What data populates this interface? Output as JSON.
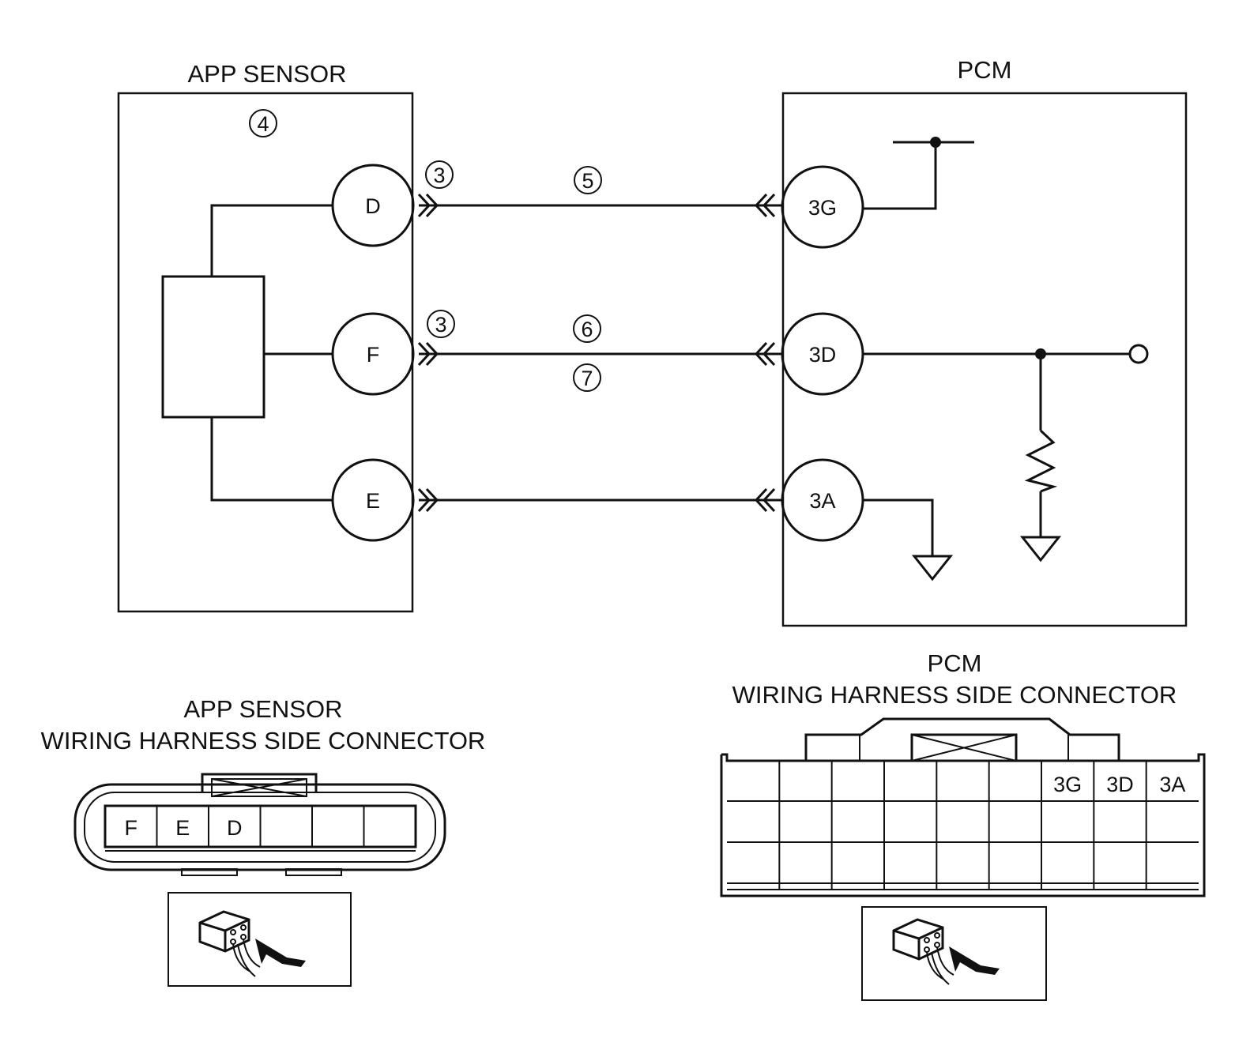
{
  "app_sensor": {
    "title": "APP SENSOR",
    "ref_number": "4",
    "pins": {
      "d": "D",
      "f": "F",
      "e": "E"
    },
    "wire_ref_d": "3",
    "wire_ref_f": "3"
  },
  "pcm": {
    "title": "PCM",
    "pins": {
      "g3": "3G",
      "d3": "3D",
      "a3": "3A"
    }
  },
  "wires": {
    "d_label": "5",
    "f_label_top": "6",
    "f_label_bottom": "7"
  },
  "app_connector": {
    "title_line1": "APP SENSOR",
    "title_line2": "WIRING HARNESS SIDE CONNECTOR",
    "cells": [
      "F",
      "E",
      "D",
      "",
      "",
      ""
    ]
  },
  "pcm_connector": {
    "title_line1": "PCM",
    "title_line2": "WIRING HARNESS SIDE CONNECTOR",
    "cells": [
      "3G",
      "3D",
      "3A"
    ]
  },
  "icons": {
    "ground": "ground-symbol-icon",
    "resistor": "resistor-icon",
    "open_terminal": "terminal-circle-icon",
    "connector_view": "connector-view-icon"
  }
}
